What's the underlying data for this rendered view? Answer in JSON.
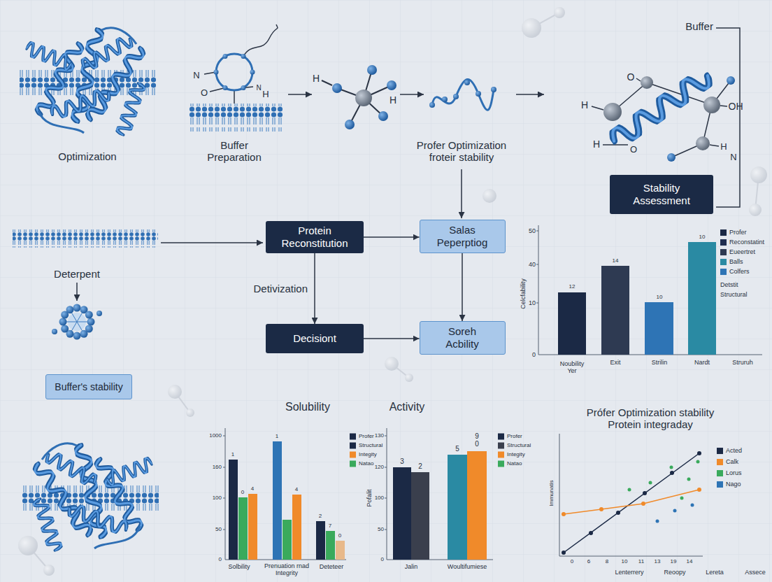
{
  "diagram": {
    "nodes": [
      {
        "text": [
          "Stability Assessment"
        ]
      },
      {
        "text": [
          "Protein Reconstitution"
        ]
      },
      {
        "text": [
          "Salas Peperptiog"
        ]
      },
      {
        "text": [
          "Decisiont"
        ]
      },
      {
        "text": [
          "Soreh Acbility"
        ]
      },
      {
        "text": [
          "Buffer's stability"
        ]
      }
    ],
    "edges": [
      {
        "from": 1,
        "to": 2,
        "arrow": "to"
      },
      {
        "from": 1,
        "to": 3,
        "arrow": "to",
        "label": "Detivization"
      },
      {
        "from": 3,
        "to": 4,
        "arrow": "to"
      },
      {
        "from": 2,
        "to": 4,
        "arrow": "to"
      }
    ],
    "labels": [
      "Optimization",
      "N",
      "O",
      "N",
      "H",
      "Buffer Preparation",
      "H",
      "H",
      "Profer Optimization froteir stability",
      "Buffer",
      "H",
      "O",
      "OH",
      "H",
      "O",
      "H",
      "N",
      "Deterpent",
      "50",
      "40",
      "10",
      "0",
      "Celcfability",
      "12",
      "14",
      "10",
      "10",
      "Noubility Yer",
      "Exit",
      "Strilin",
      "Nardt",
      "Struruh",
      "Detstit",
      "Structural",
      "Solubility",
      "1000",
      "160",
      "100",
      "50",
      "0",
      "1",
      "0",
      "4",
      "1",
      "4",
      "2",
      "7",
      "0",
      "Solbility",
      "Prenuation rnad Integrity",
      "Deteteer",
      "Activity",
      "130",
      "120",
      "100",
      "50",
      "0",
      "Pofalit",
      "3",
      "2",
      "5",
      "9",
      "0",
      "Jalin",
      "Woultifumiese",
      "Prófer Optimization stability Protein integraday",
      "Immunatis",
      "0",
      "6",
      "8",
      "10",
      "11",
      "13",
      "19",
      "14",
      "Lenterrery",
      "Reoopy",
      "Lereta",
      "Assece"
    ],
    "legend": [
      {
        "text": "Profer",
        "color": "#1b2945"
      },
      {
        "text": "Reconstatint",
        "color": "#1f2d4f"
      },
      {
        "text": "Eueertret",
        "color": "#2e3a52"
      },
      {
        "text": "Balls",
        "color": "#2a8aa3"
      },
      {
        "text": "Colfers",
        "color": "#2e74b5"
      },
      {
        "text": "Profer",
        "color": "#1b2945"
      },
      {
        "text": "Structural",
        "color": "#1b2945"
      },
      {
        "text": "Integity",
        "color": "#f08a2a"
      },
      {
        "text": "Natao",
        "color": "#3aaa5c"
      },
      {
        "text": "Profer",
        "color": "#1b2945"
      },
      {
        "text": "Structural",
        "color": "#3a3f4d"
      },
      {
        "text": "Integity",
        "color": "#f08a2a"
      },
      {
        "text": "Natao",
        "color": "#3aaa5c"
      },
      {
        "text": "Acted",
        "color": "#1b2945"
      },
      {
        "text": "Calk",
        "color": "#f08a2a"
      },
      {
        "text": "Lorus",
        "color": "#3aaa5c"
      },
      {
        "text": "Nago",
        "color": "#2e74b5"
      }
    ]
  }
}
